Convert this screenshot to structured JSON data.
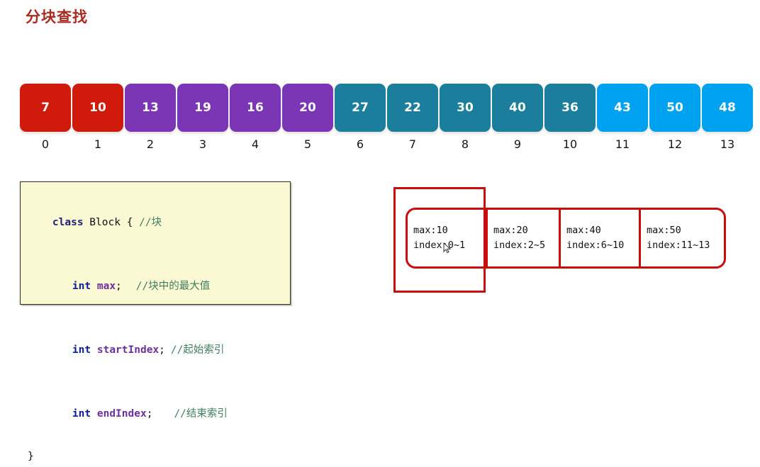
{
  "title": "分块查找",
  "colors": {
    "title": "#aa2a20",
    "red": "#d01a0c",
    "purple": "#7b35b5",
    "teal": "#1b7e9c",
    "lightblue": "#00a2ef",
    "highlight": "#cc0d0d",
    "code_bg": "#fbf8d4",
    "comment": "#3f7f5f",
    "keyword": "#1f1f7a",
    "variable": "#6f2f9f"
  },
  "array": {
    "cells": [
      {
        "value": "7",
        "index": "0",
        "color": "#d01a0c"
      },
      {
        "value": "10",
        "index": "1",
        "color": "#d01a0c"
      },
      {
        "value": "13",
        "index": "2",
        "color": "#7b35b5"
      },
      {
        "value": "19",
        "index": "3",
        "color": "#7b35b5"
      },
      {
        "value": "16",
        "index": "4",
        "color": "#7b35b5"
      },
      {
        "value": "20",
        "index": "5",
        "color": "#7b35b5"
      },
      {
        "value": "27",
        "index": "6",
        "color": "#1b7e9c"
      },
      {
        "value": "22",
        "index": "7",
        "color": "#1b7e9c"
      },
      {
        "value": "30",
        "index": "8",
        "color": "#1b7e9c"
      },
      {
        "value": "40",
        "index": "9",
        "color": "#1b7e9c"
      },
      {
        "value": "36",
        "index": "10",
        "color": "#1b7e9c"
      },
      {
        "value": "43",
        "index": "11",
        "color": "#00a2ef"
      },
      {
        "value": "50",
        "index": "12",
        "color": "#00a2ef"
      },
      {
        "value": "48",
        "index": "13",
        "color": "#00a2ef"
      }
    ]
  },
  "code": {
    "line1": {
      "kw": "class",
      "cls": " Block ",
      "punc": "{ ",
      "cmt": "//块"
    },
    "line2": {
      "type": "int",
      "var": " max",
      "punc": ";",
      "cmt": "//块中的最大值"
    },
    "line3": {
      "type": "int",
      "var": " startIndex",
      "punc": ";",
      "cmt": "//起始索引"
    },
    "line4": {
      "type": "int",
      "var": " endIndex",
      "punc": ";",
      "cmt": "//结束索引"
    },
    "line5": "}"
  },
  "block_table": {
    "cells": [
      {
        "max": "max:10",
        "index": "index:0~1",
        "width": 113,
        "selected": true
      },
      {
        "max": "max:20",
        "index": "index:2~5",
        "width": 103,
        "selected": false
      },
      {
        "max": "max:40",
        "index": "index:6~10",
        "width": 113,
        "selected": false
      },
      {
        "max": "max:50",
        "index": "index:11~13",
        "width": 117,
        "selected": false
      }
    ]
  }
}
